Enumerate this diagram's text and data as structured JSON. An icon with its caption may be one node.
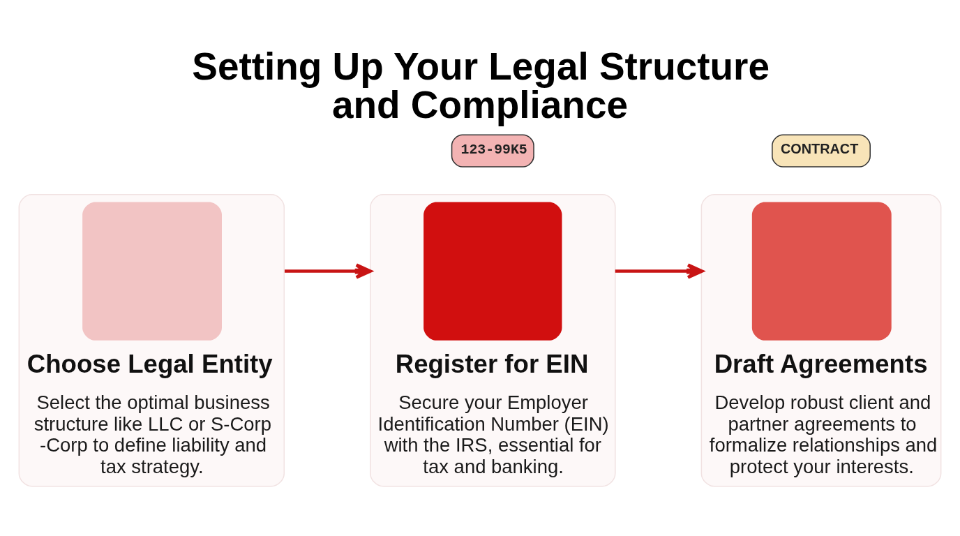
{
  "diagram": {
    "title": "Setting Up Your Legal Structure and Compliance",
    "nodes": [
      {
        "text": [
          "Choose Legal Entity",
          "Select the optimal business structure like LLC or S-Corp -Corp to define liability and tax strategy."
        ]
      },
      {
        "text": [
          "Register for EIN",
          "Secure your Employer Identification Number (EIN) with the IRS, essential for tax and banking."
        ]
      },
      {
        "text": [
          "Draft Agreements",
          "Develop robust client and partner agreements to formalize relationships and protect your interests."
        ]
      }
    ],
    "edges": [
      {
        "from": 0,
        "to": 1,
        "arrow": "to"
      },
      {
        "from": 1,
        "to": 2,
        "arrow": "to"
      }
    ],
    "labels": [
      "123-99K5",
      "CONTRACT"
    ]
  }
}
